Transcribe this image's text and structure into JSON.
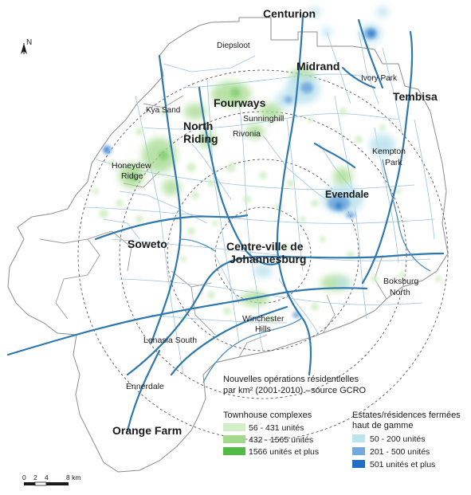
{
  "places": {
    "centurion": "Centurion",
    "diepsloot": "Diepsloot",
    "midrand": "Midrand",
    "ivory_park": "Ivory Park",
    "tembisa": "Tembisa",
    "kya_sand": "Kya Sand",
    "fourways": "Fourways",
    "sunninghill": "Sunninghill",
    "north_riding_1": "North",
    "north_riding_2": "Riding",
    "rivonia": "Rivonia",
    "kempton_1": "Kempton",
    "kempton_2": "Park",
    "honeydew_1": "Honeydew",
    "honeydew_2": "Ridge",
    "evendale": "Evendale",
    "soweto": "Soweto",
    "cbd_1": "Centre-ville de",
    "cbd_2": "Johannesburg",
    "boksburg_1": "Boksburg",
    "boksburg_2": "North",
    "winchester_1": "Winchester",
    "winchester_2": "Hills",
    "lenasia": "Lenasia South",
    "ennerdale": "Ennerdale",
    "orange_farm": "Orange Farm"
  },
  "north_arrow": {
    "label": "N"
  },
  "title": {
    "line1": "Nouvelles opérations résidentielles",
    "line2": "par km² (2001-2010) - source GCRO"
  },
  "legend_townhouse": {
    "heading": "Townhouse complexes",
    "items": [
      {
        "label": "56 - 431 unités",
        "color": "#d3efc8"
      },
      {
        "label": "432 - 1565 unités",
        "color": "#a2d98c"
      },
      {
        "label": "1566 unités et plus",
        "color": "#52bb44"
      }
    ]
  },
  "legend_estates": {
    "heading1": "Estates/résidences fermées",
    "heading2": "haut de gamme",
    "items": [
      {
        "label": "50 - 200 unités",
        "color": "#bde3ef"
      },
      {
        "label": "201 - 500 unités",
        "color": "#73a9dd"
      },
      {
        "label": "501 unités et plus",
        "color": "#1f6fc4"
      }
    ]
  },
  "scale": {
    "ticks": [
      "0",
      "2",
      "4",
      "8 km"
    ]
  },
  "colors": {
    "roads": "#2f78ad",
    "streets": "#9cc3df",
    "boundary": "#8c8c8c",
    "rings": "#444444"
  }
}
